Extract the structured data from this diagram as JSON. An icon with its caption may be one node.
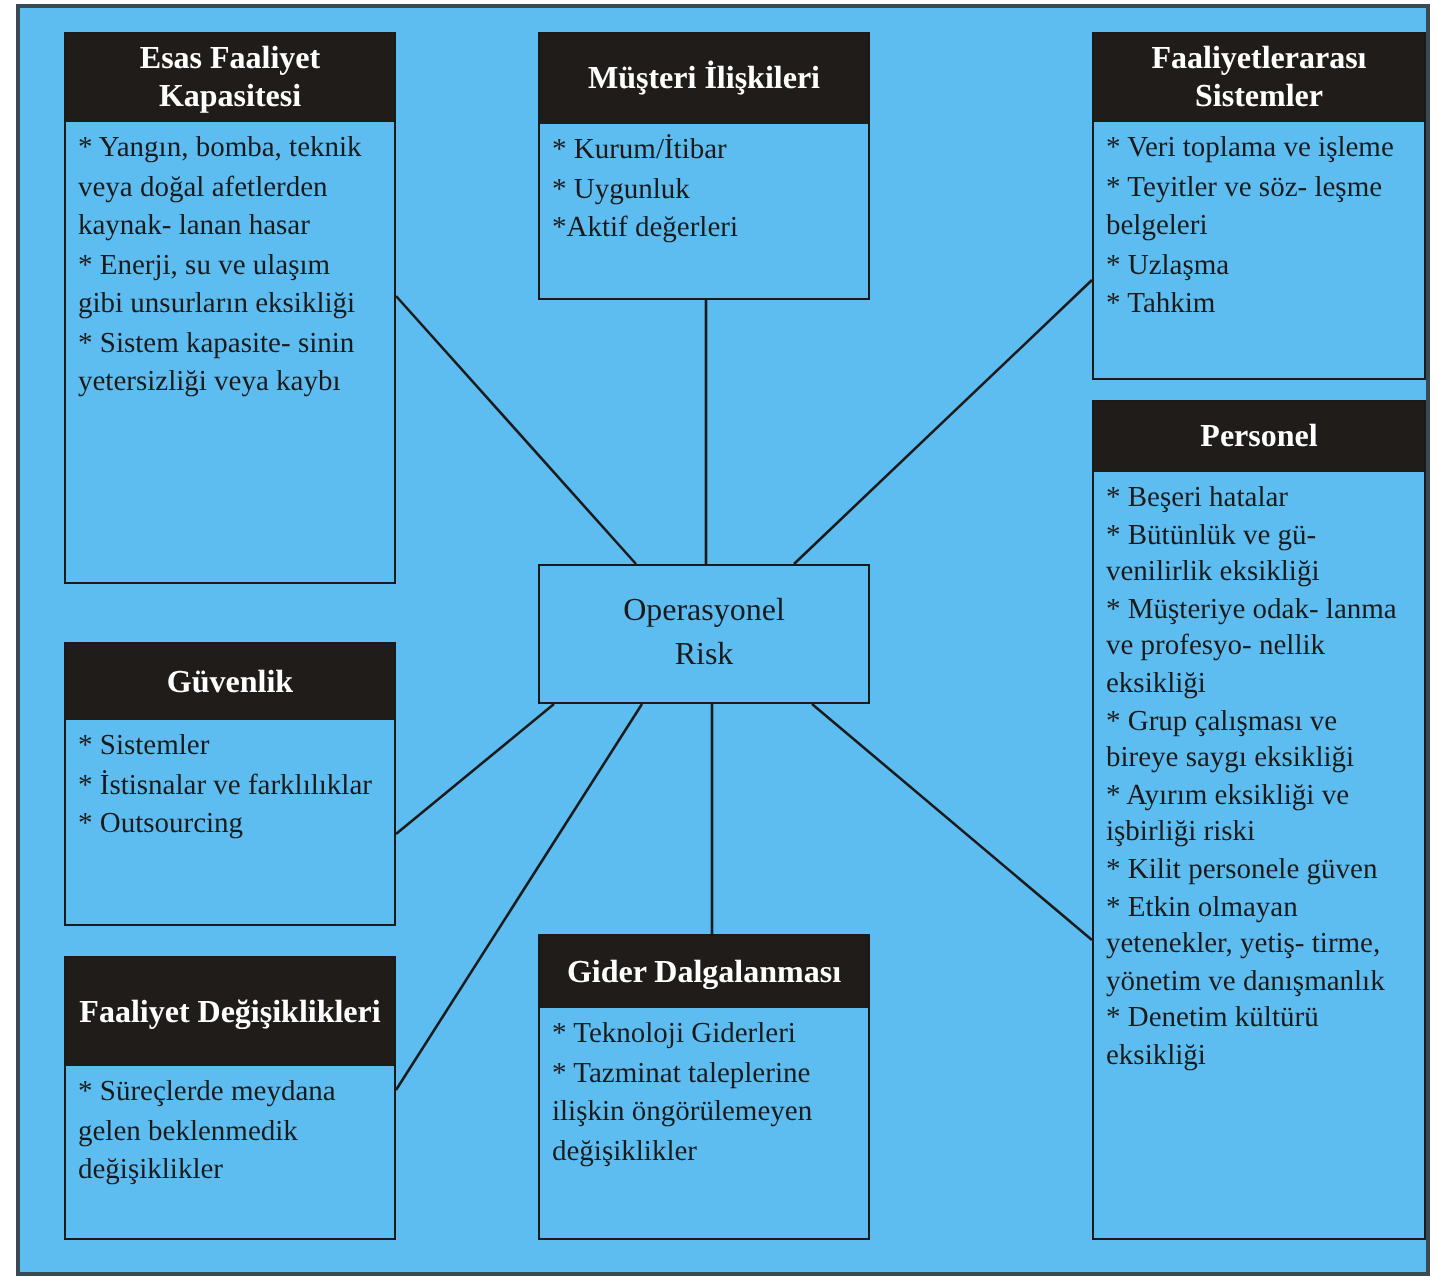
{
  "diagram": {
    "nodes": [
      {
        "text": [
          "Esas Faaliyet Kapasitesi",
          "* Yangın, bomba, teknik veya doğal afetlerden kaynak- lanan hasar",
          "* Enerji, su ve ulaşım gibi unsurların eksikliği",
          "* Sistem kapasite- sinin yetersizliği veya kaybı"
        ]
      },
      {
        "text": [
          "Müşteri İlişkileri",
          "* Kurum/İtibar",
          "* Uygunluk",
          "*Aktif değerleri"
        ]
      },
      {
        "text": [
          "Faaliyetlerarası Sistemler",
          "* Veri toplama ve işleme",
          "* Teyitler ve söz- leşme belgeleri",
          "* Uzlaşma",
          "* Tahkim"
        ]
      },
      {
        "text": [
          "Personel",
          "* Beşeri hatalar",
          "* Bütünlük ve gü- venilirlik eksikliği",
          "* Müşteriye odak- lanma ve profesyo- nellik eksikliği",
          "* Grup çalışması ve bireye saygı eksikliği",
          "* Ayırım eksikliği ve işbirliği riski",
          "* Kilit personele güven",
          "* Etkin olmayan yetenekler, yetiş- tirme, yönetim ve danışmanlık",
          "* Denetim kültürü eksikliği"
        ]
      },
      {
        "text": [
          "Operasyonel Risk"
        ]
      },
      {
        "text": [
          "Güvenlik",
          "* Sistemler",
          "* İstisnalar ve farklılıklar",
          "* Outsourcing"
        ]
      },
      {
        "text": [
          "Gider Dalgalanması",
          "* Teknoloji Giderleri",
          "* Tazminat taleplerine ilişkin öngörülemeyen değişiklikler"
        ]
      },
      {
        "text": [
          "Faaliyet Değişiklikleri",
          "* Süreçlerde meydana gelen beklenmedik değişiklikler"
        ]
      }
    ],
    "edges": [
      {
        "from": 4,
        "to": 0,
        "arrow": "none"
      },
      {
        "from": 4,
        "to": 1,
        "arrow": "none"
      },
      {
        "from": 4,
        "to": 2,
        "arrow": "none"
      },
      {
        "from": 4,
        "to": 3,
        "arrow": "none"
      },
      {
        "from": 4,
        "to": 5,
        "arrow": "none"
      },
      {
        "from": 4,
        "to": 6,
        "arrow": "none"
      },
      {
        "from": 4,
        "to": 7,
        "arrow": "none"
      }
    ]
  }
}
